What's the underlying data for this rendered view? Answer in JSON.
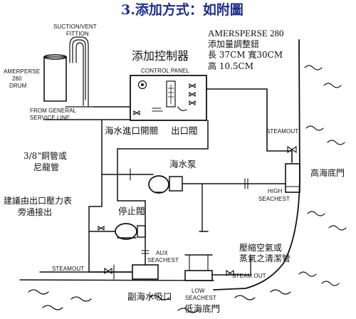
{
  "title": "3.添加方式：如附圖",
  "labels": {
    "suction_vent": [
      "SUCTION/VENT",
      "FITTION"
    ],
    "drum": [
      "AMERPERSE",
      "280",
      "DRUM"
    ],
    "general_service": [
      "FROM GENERAL",
      "SERVICE LINE"
    ],
    "product": "AMERSPERSE 280",
    "control_panel_cn": "添加控制器",
    "control_panel_en": "CONTROL PANEL",
    "spec": [
      "添加量調整鈕",
      "長 37CM 寬30CM",
      "高 10.5CM"
    ],
    "inlet_switch": "海水進口開關",
    "outlet_valve": "出口閥",
    "pipe_type": [
      "3/8\"銅管或",
      "尼龍管"
    ],
    "seawater_pump": "海水泵",
    "advice": [
      "建議由出口壓力表",
      "旁通接出"
    ],
    "stop_valve": "停止閥",
    "aux_seachest": [
      "AUX",
      "SEACHEST"
    ],
    "steamout_left": "STEAMOUT",
    "steamout_right_top": "STEAMOUT",
    "high_seachest_cn": "高海底門",
    "high_seachest_en": [
      "HIGH",
      "SEACHEST"
    ],
    "compressed_air": [
      "壓縮空氣或",
      "蒸氣之清潔管"
    ],
    "steam_out": "STEAM OUT",
    "low_seachest_en": [
      "LOW",
      "SEACHEST"
    ],
    "aux_sea_intake_cn": "副海水吸口",
    "low_seachest_cn": "低海底門"
  }
}
